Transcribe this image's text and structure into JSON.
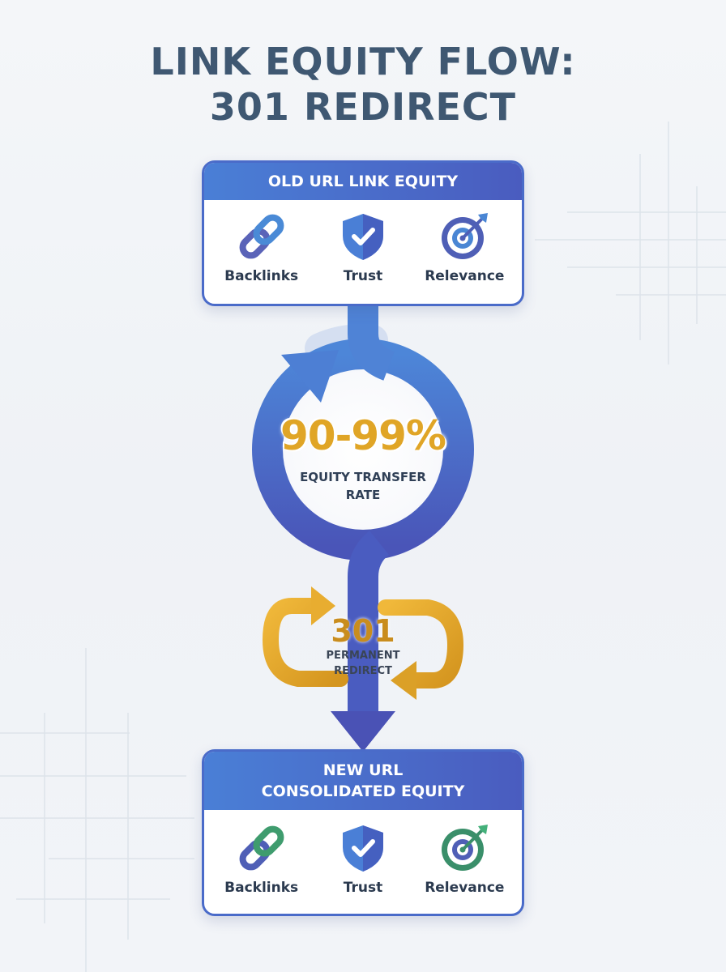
{
  "title": {
    "line1": "LINK EQUITY FLOW:",
    "line2": "301 REDIRECT"
  },
  "old_card": {
    "header": "OLD URL LINK EQUITY",
    "items": [
      {
        "label": "Backlinks",
        "icon": "link-chain-icon"
      },
      {
        "label": "Trust",
        "icon": "shield-check-icon"
      },
      {
        "label": "Relevance",
        "icon": "target-icon"
      }
    ]
  },
  "transfer": {
    "rate": "90-99%",
    "label_line1": "EQUITY TRANSFER",
    "label_line2": "RATE"
  },
  "redirect": {
    "code": "301",
    "label_line1": "PERMANENT",
    "label_line2": "REDIRECT"
  },
  "new_card": {
    "header_line1": "NEW URL",
    "header_line2": "CONSOLIDATED EQUITY",
    "items": [
      {
        "label": "Backlinks",
        "icon": "link-chain-icon"
      },
      {
        "label": "Trust",
        "icon": "shield-check-icon"
      },
      {
        "label": "Relevance",
        "icon": "target-icon"
      }
    ]
  },
  "colors": {
    "title": "#3f5872",
    "flow_blue": "#4a6bc9",
    "accent_gold": "#e0a526",
    "accent_green": "#3f9c6e"
  }
}
